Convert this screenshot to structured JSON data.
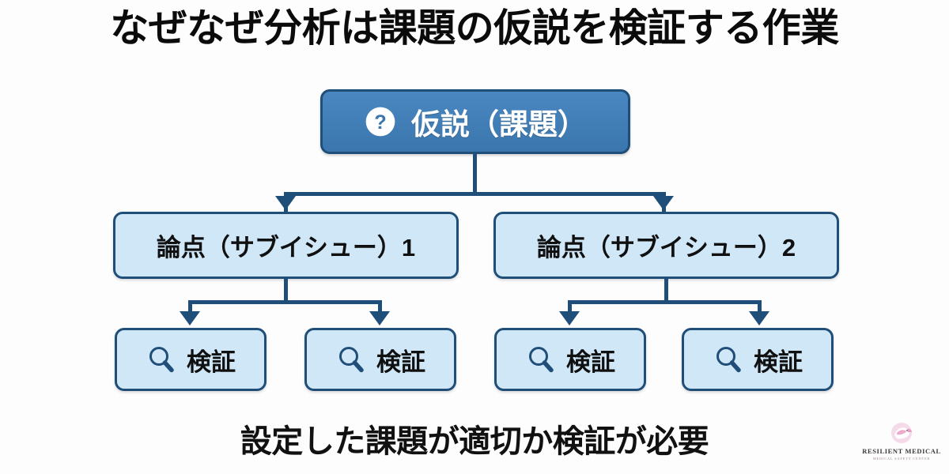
{
  "slide": {
    "title": "なぜなぜ分析は課題の仮説を検証する作業",
    "footer_note": "設定した課題が適切か検証が必要",
    "background_color": "#fdfdfd"
  },
  "colors": {
    "root_box_fill": "#3b76ae",
    "child_box_fill": "#cfe7f7",
    "border": "#1f4e79",
    "connector": "#1f4e79",
    "title_text": "#0b0b0b",
    "root_text": "#ffffff",
    "child_text": "#101010",
    "logo_pink": "#e7a8c8"
  },
  "diagram": {
    "root": {
      "label": "仮説（課題）",
      "icon": "question-circle-icon"
    },
    "sub_issues": [
      {
        "label": "論点（サブイシュー）1"
      },
      {
        "label": "論点（サブイシュー）2"
      }
    ],
    "verifications": [
      {
        "label": "検証",
        "icon": "magnifier-icon"
      },
      {
        "label": "検証",
        "icon": "magnifier-icon"
      },
      {
        "label": "検証",
        "icon": "magnifier-icon"
      },
      {
        "label": "検証",
        "icon": "magnifier-icon"
      }
    ]
  },
  "logo": {
    "mark": "dove-icon",
    "name": "RESILIENT MEDICAL",
    "tagline": "MEDICAL SAFETY CENTER"
  }
}
